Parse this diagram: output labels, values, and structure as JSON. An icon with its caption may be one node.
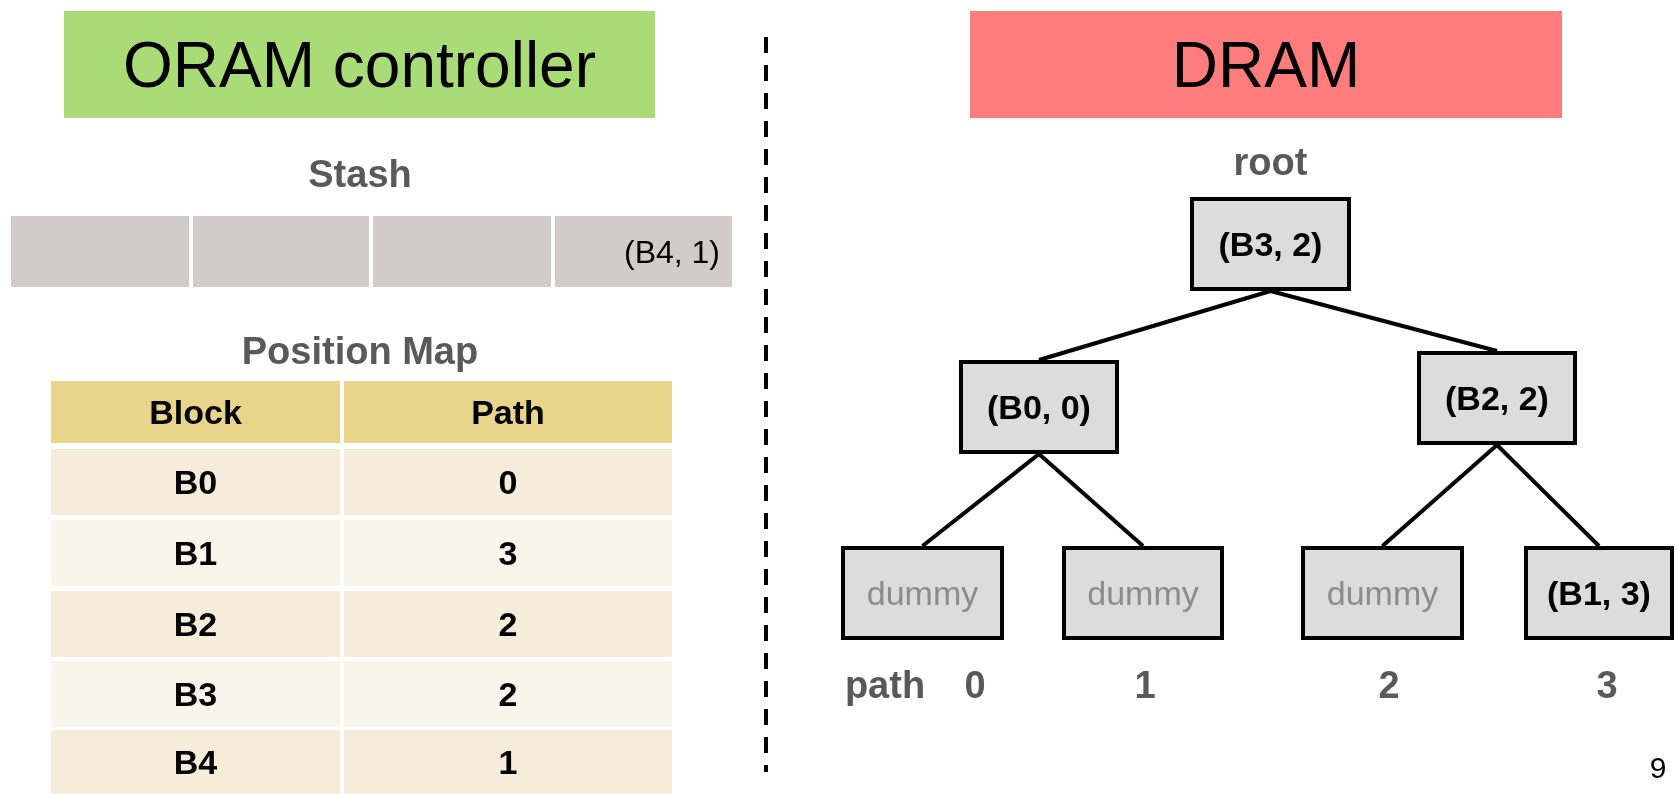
{
  "diagram": {
    "nodes": [
      {
        "text": [
          "ORAM controller"
        ]
      },
      {
        "text": [
          "DRAM"
        ]
      },
      {
        "text": [
          "(B3, 2)"
        ],
        "beside": [
          "root"
        ]
      },
      {
        "text": [
          "(B0, 0)"
        ]
      },
      {
        "text": [
          "(B2, 2)"
        ]
      },
      {
        "text": [
          "dummy"
        ]
      },
      {
        "text": [
          "dummy"
        ]
      },
      {
        "text": [
          "dummy"
        ]
      },
      {
        "text": [
          "(B1, 3)"
        ]
      }
    ],
    "edges": [
      {
        "from": 2,
        "to": 3,
        "arrow": "none"
      },
      {
        "from": 2,
        "to": 4,
        "arrow": "none"
      },
      {
        "from": 3,
        "to": 5,
        "arrow": "none"
      },
      {
        "from": 3,
        "to": 6,
        "arrow": "none"
      },
      {
        "from": 4,
        "to": 7,
        "arrow": "none"
      },
      {
        "from": 4,
        "to": 8,
        "arrow": "none"
      }
    ],
    "labels": [
      "Stash",
      "(B4, 1)",
      "Position Map",
      "Block",
      "Path",
      "B0",
      "0",
      "B1",
      "3",
      "B2",
      "2",
      "B3",
      "2",
      "B4",
      "1",
      "path",
      "0",
      "1",
      "2",
      "3",
      "9"
    ]
  }
}
